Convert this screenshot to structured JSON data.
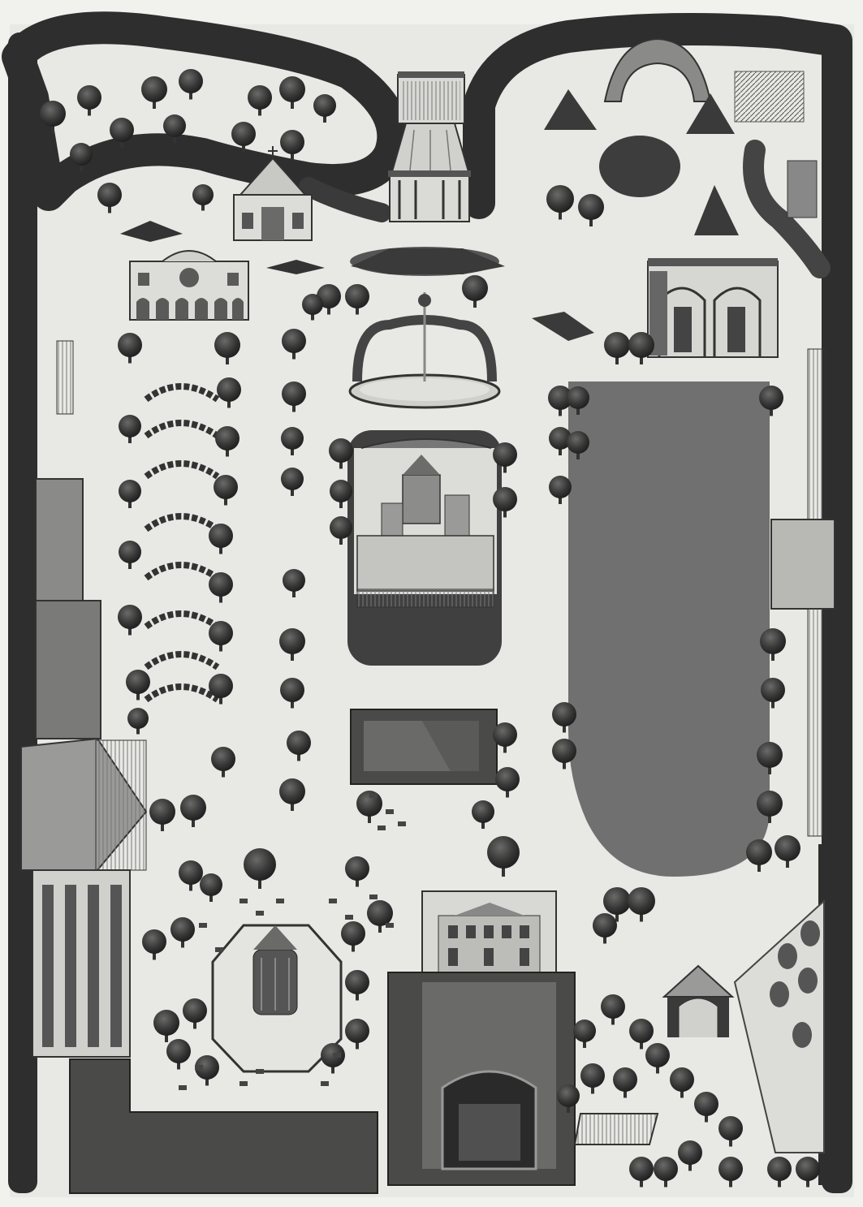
{
  "image": {
    "kind": "monochrome illustrated bird's-eye plan of a pleasure garden",
    "text_labels": []
  },
  "palette": {
    "paper": "#f1f1ee",
    "ground": "#e6e6e2",
    "path": "#ebebe8",
    "hedge": "#2f2f2f",
    "hedge_light": "#5a5a5a",
    "tree": "#3a3a3a",
    "tree_shadow": "#1f1f1f",
    "building_wall": "#d9d9d6",
    "building_roof": "#8c8c8a",
    "building_dark": "#4a4a4a",
    "lawn": "#6f6f6d",
    "water": "#c9c9c6",
    "flowers": "#9a9a98"
  },
  "features": [
    {
      "id": "outer-hedge",
      "kind": "hedge"
    },
    {
      "id": "belvedere-pavilion",
      "kind": "building"
    },
    {
      "id": "small-chapel",
      "kind": "building"
    },
    {
      "id": "arcaded-pavilion",
      "kind": "building"
    },
    {
      "id": "rockwork-fountain",
      "kind": "fountain"
    },
    {
      "id": "rotunda-building",
      "kind": "building"
    },
    {
      "id": "grotto-arch",
      "kind": "grotto"
    },
    {
      "id": "central-theatre",
      "kind": "building"
    },
    {
      "id": "flat-platform",
      "kind": "platform"
    },
    {
      "id": "great-lawn",
      "kind": "lawn"
    },
    {
      "id": "west-arcade-building",
      "kind": "building"
    },
    {
      "id": "octagonal-kiosk",
      "kind": "kiosk"
    },
    {
      "id": "villa-house",
      "kind": "building"
    },
    {
      "id": "stage-opening",
      "kind": "building"
    },
    {
      "id": "gothic-gazebo",
      "kind": "building"
    },
    {
      "id": "long-shed",
      "kind": "building"
    }
  ]
}
